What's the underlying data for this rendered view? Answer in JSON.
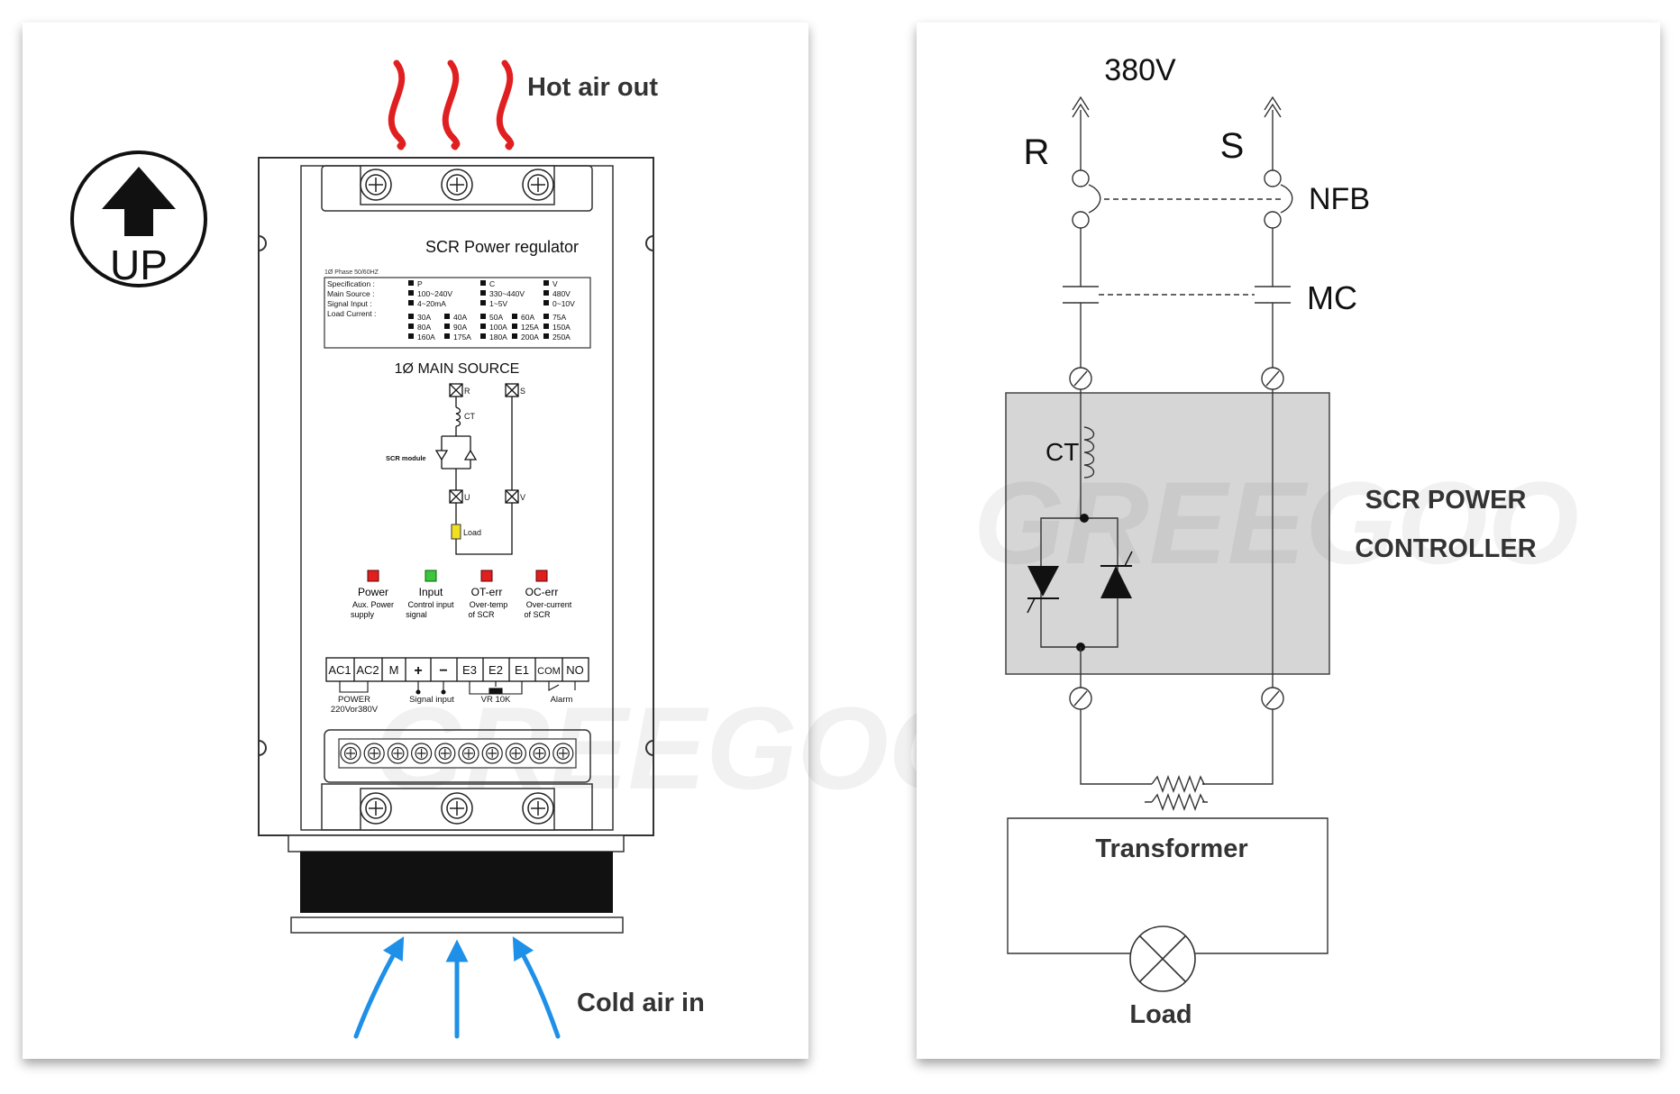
{
  "left_panel": {
    "hot_air_label": "Hot air out",
    "cold_air_label": "Cold air in",
    "up_label": "UP",
    "device_title": "SCR Power regulator",
    "phase_line": "1Ø  Phase  50/60HZ",
    "spec_labels": [
      "Specification :",
      "Main Source   :",
      "Signal Input   :",
      "Load Current  :"
    ],
    "spec_values": {
      "row1": [
        "P",
        "C",
        "V"
      ],
      "row2": [
        "100~240V",
        "330~440V",
        "480V"
      ],
      "row3": [
        "4~20mA",
        "1~5V",
        "0~10V"
      ],
      "row4": [
        "30A",
        "40A",
        "50A",
        "60A",
        "75A"
      ],
      "row5": [
        "80A",
        "90A",
        "100A",
        "125A",
        "150A"
      ],
      "row6": [
        "160A",
        "175A",
        "180A",
        "200A",
        "250A"
      ]
    },
    "main_source_title": "1Ø MAIN SOURCE",
    "terminal_labels": {
      "r": "R",
      "s": "S",
      "ct": "CT",
      "scr": "SCR module",
      "u": "U",
      "v": "V",
      "load": "Load"
    },
    "leds": [
      {
        "name": "Power",
        "desc1": "Aux. Power",
        "desc2": "supply",
        "color": "#e02020"
      },
      {
        "name": "Input",
        "desc1": "Control input",
        "desc2": "signal",
        "color": "#3ec43e"
      },
      {
        "name": "OT-err",
        "desc1": "Over-temp",
        "desc2": "of SCR",
        "color": "#e02020"
      },
      {
        "name": "OC-err",
        "desc1": "Over-current",
        "desc2": "of SCR",
        "color": "#e02020"
      }
    ],
    "terminals": [
      "AC1",
      "AC2",
      "M",
      "+",
      "−",
      "E3",
      "E2",
      "E1",
      "COM",
      "NO"
    ],
    "terminal_notes": {
      "power1": "POWER",
      "power2": "220Vor380V",
      "signal": "Signal input",
      "vr": "VR 10K",
      "alarm": "Alarm"
    },
    "watermark": "GREEGOO"
  },
  "right_panel": {
    "voltage": "380V",
    "phase_r": "R",
    "phase_s": "S",
    "nfb": "NFB",
    "mc": "MC",
    "ct": "CT",
    "controller_line1": "SCR POWER",
    "controller_line2": "CONTROLLER",
    "transformer": "Transformer",
    "load": "Load",
    "watermark": "GREEGOO"
  },
  "colors": {
    "hot_air": "#e02020",
    "cold_air": "#1e90e8",
    "controller_box": "#d6d6d6",
    "ink": "#111111"
  }
}
